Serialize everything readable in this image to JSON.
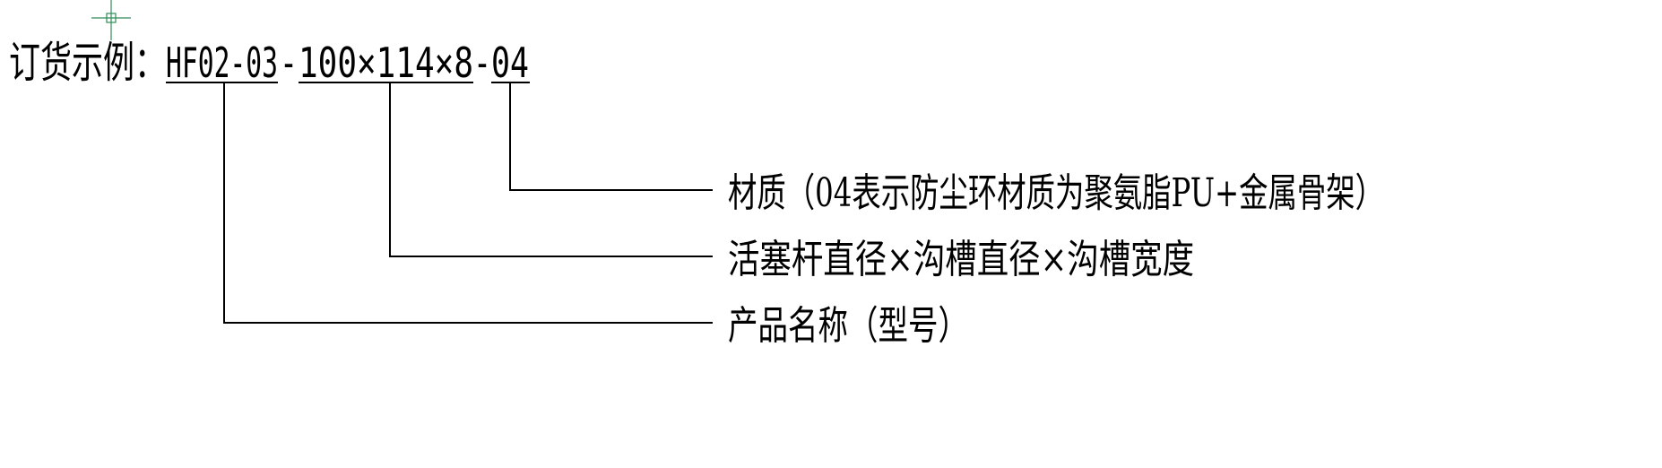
{
  "order_example": {
    "prefix": "订货示例：",
    "product_code": "HF02-03",
    "sep_1": "-",
    "dimensions_code": "100×114×8",
    "sep_2": "-",
    "material_code": "04"
  },
  "callouts": {
    "material": "材质（04表示防尘环材质为聚氨脂PU+金属骨架）",
    "dimensions": "活塞杆直径×沟槽直径×沟槽宽度",
    "product_name": "产品名称（型号）"
  },
  "colors": {
    "line": "#000000",
    "crosshair": "#2e8b57",
    "background": "#ffffff"
  }
}
